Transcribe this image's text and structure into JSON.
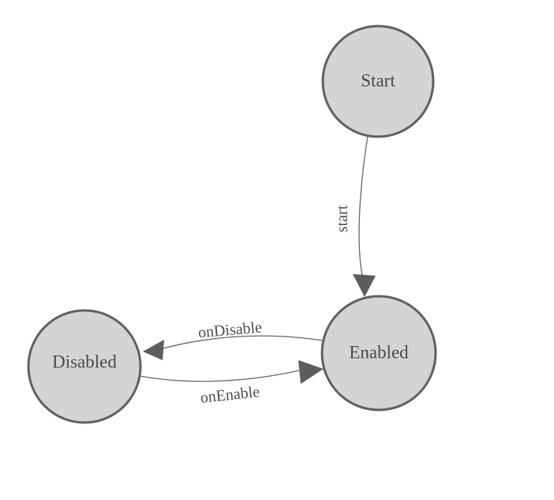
{
  "diagram": {
    "type": "state-machine",
    "background_color": "#ffffff",
    "node_fill_color": "#d4d4d4",
    "node_stroke_color": "#606060",
    "edge_color": "#666666",
    "arrow_color": "#5d5d5d",
    "label_color": "#4a4a4a",
    "nodes": [
      {
        "id": "start",
        "label": "Start"
      },
      {
        "id": "enabled",
        "label": "Enabled"
      },
      {
        "id": "disabled",
        "label": "Disabled"
      }
    ],
    "edges": [
      {
        "from": "Start",
        "to": "Enabled",
        "label": "start"
      },
      {
        "from": "Enabled",
        "to": "Disabled",
        "label": "onDisable"
      },
      {
        "from": "Disabled",
        "to": "Enabled",
        "label": "onEnable"
      }
    ]
  }
}
